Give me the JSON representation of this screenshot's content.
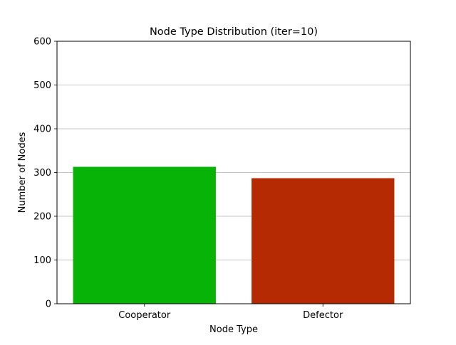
{
  "chart_data": {
    "type": "bar",
    "title": "Node Type Distribution (iter=10)",
    "xlabel": "Node Type",
    "ylabel": "Number of Nodes",
    "categories": [
      "Cooperator",
      "Defector"
    ],
    "values": [
      313,
      287
    ],
    "bar_colors": [
      "#07b307",
      "#b52a02"
    ],
    "ylim": [
      0,
      600
    ],
    "yticks": [
      0,
      100,
      200,
      300,
      400,
      500,
      600
    ],
    "ytick_labels": [
      "0",
      "100",
      "200",
      "300",
      "400",
      "500",
      "600"
    ],
    "grid": "y-major",
    "grid_color": "#b0b0b0",
    "legend": "none"
  }
}
